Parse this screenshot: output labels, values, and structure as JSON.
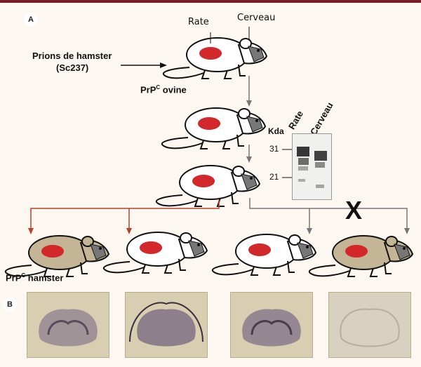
{
  "panels": {
    "a": "A",
    "b": "B"
  },
  "labels": {
    "rate": "Rate",
    "cerveau": "Cerveau",
    "prions_line1": "Prions de hamster",
    "prions_line2": "(Sc237)",
    "prpc_ovine_base": "PrP",
    "prpc_ovine_sup": "C",
    "prpc_ovine_rest": " ovine",
    "prpc_hamster_base": "PrP",
    "prpc_hamster_sup": "C",
    "prpc_hamster_rest": " hamster",
    "cross_mark": "X"
  },
  "western_blot": {
    "unit": "Kda",
    "lanes": [
      "Rate",
      "Cerveau"
    ],
    "markers": [
      "31",
      "21"
    ]
  },
  "colors": {
    "organ": "#d2272b",
    "white_mouse": "#ffffff",
    "hamster_mouse": "#c4b597",
    "arrow_red": "#b5432a",
    "arrow_gray": "#777777",
    "bar": "#7a1c24"
  }
}
